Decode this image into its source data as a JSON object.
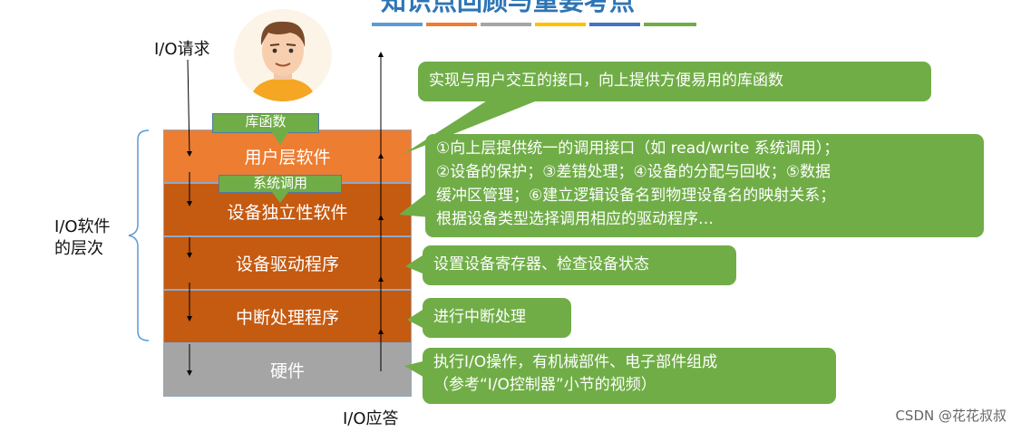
{
  "title": "知识点回顾与重要考点",
  "stripes": [
    "#5b9bd5",
    "#ed7d31",
    "#a5a5a5",
    "#ffc000",
    "#4472c4",
    "#70ad47"
  ],
  "io_request": "I/O请求",
  "io_response": "I/O应答",
  "brace_label_line1": "I/O软件",
  "brace_label_line2": "的层次",
  "layers": [
    {
      "label": "用户层软件",
      "color": "#ed7d31"
    },
    {
      "label": "设备独立性软件",
      "color": "#c55a11"
    },
    {
      "label": "设备驱动程序",
      "color": "#c55a11"
    },
    {
      "label": "中断处理程序",
      "color": "#c55a11"
    },
    {
      "label": "硬件",
      "color": "#a5a5a5"
    }
  ],
  "tags": {
    "lib": "库函数",
    "syscall": "系统调用"
  },
  "callouts": {
    "user": "实现与用户交互的接口，向上提供方便易用的库函数",
    "indep_1": "①向上层提供统一的调用接口（如 read/write 系统调用）；",
    "indep_2": "②设备的保护；③差错处理；④设备的分配与回收；⑤数据",
    "indep_3": "缓冲区管理；⑥建立逻辑设备名到物理设备名的映射关系；",
    "indep_4": "根据设备类型选择调用相应的驱动程序…",
    "driver": "设置设备寄存器、检查设备状态",
    "interrupt": "进行中断处理",
    "hw_1": "执行I/O操作，有机械部件、电子部件组成",
    "hw_2": "（参考“I/O控制器”小节的视频）"
  },
  "watermark": "CSDN @花花叔叔"
}
